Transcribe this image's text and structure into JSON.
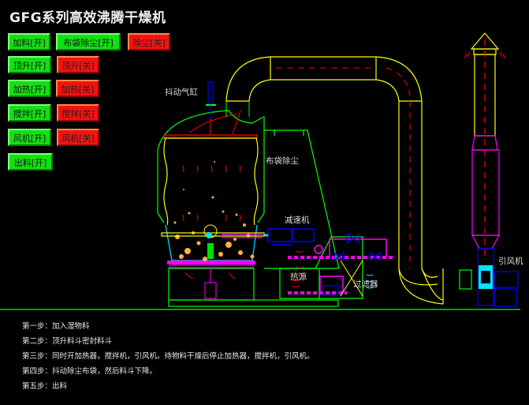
{
  "title": "GFG系列高效沸腾干燥机",
  "buttons": [
    {
      "id": "feed-on",
      "label": "加料[开]",
      "state": "on"
    },
    {
      "id": "bag-dust-on",
      "label": "布袋除尘[开]",
      "state": "on"
    },
    {
      "id": "dust-off",
      "label": "除尘[关]",
      "state": "off"
    },
    {
      "id": "lift-on",
      "label": "顶升[开]",
      "state": "on"
    },
    {
      "id": "lift-off",
      "label": "顶升[关]",
      "state": "off"
    },
    {
      "id": "heat-on",
      "label": "加热[开]",
      "state": "on"
    },
    {
      "id": "heat-off",
      "label": "加热[关]",
      "state": "off"
    },
    {
      "id": "stir-on",
      "label": "搅拌[开]",
      "state": "on"
    },
    {
      "id": "stir-off",
      "label": "搅拌[关]",
      "state": "off"
    },
    {
      "id": "fan-on",
      "label": "风机[开]",
      "state": "on"
    },
    {
      "id": "fan-off",
      "label": "风机[关]",
      "state": "off"
    },
    {
      "id": "discharge-on",
      "label": "出料[开]",
      "state": "on"
    }
  ],
  "labels": {
    "shake_cylinder": "抖动气缸",
    "bag_filter": "布袋除尘",
    "reducer": "减速机",
    "heat_source": "热源",
    "filter": "过滤器",
    "induced_fan": "引风机"
  },
  "steps": [
    "第一步：加入湿物料",
    "第二步：顶升料斗密封料斗",
    "第三步：同时开加热器，搅拌机，引风机。待物料干燥后停止加热器，搅拌机，引风机。",
    "第四步：抖动除尘布袋，然后料斗下降。",
    "第五步：出料"
  ],
  "colors": {
    "on": "#13e013",
    "off": "#f31212",
    "pipe": "#ffff00",
    "frame": "#00ff00",
    "magenta": "#ff00ff",
    "blue": "#0000ff",
    "cyan": "#00e5ff",
    "red": "#ff0000"
  }
}
